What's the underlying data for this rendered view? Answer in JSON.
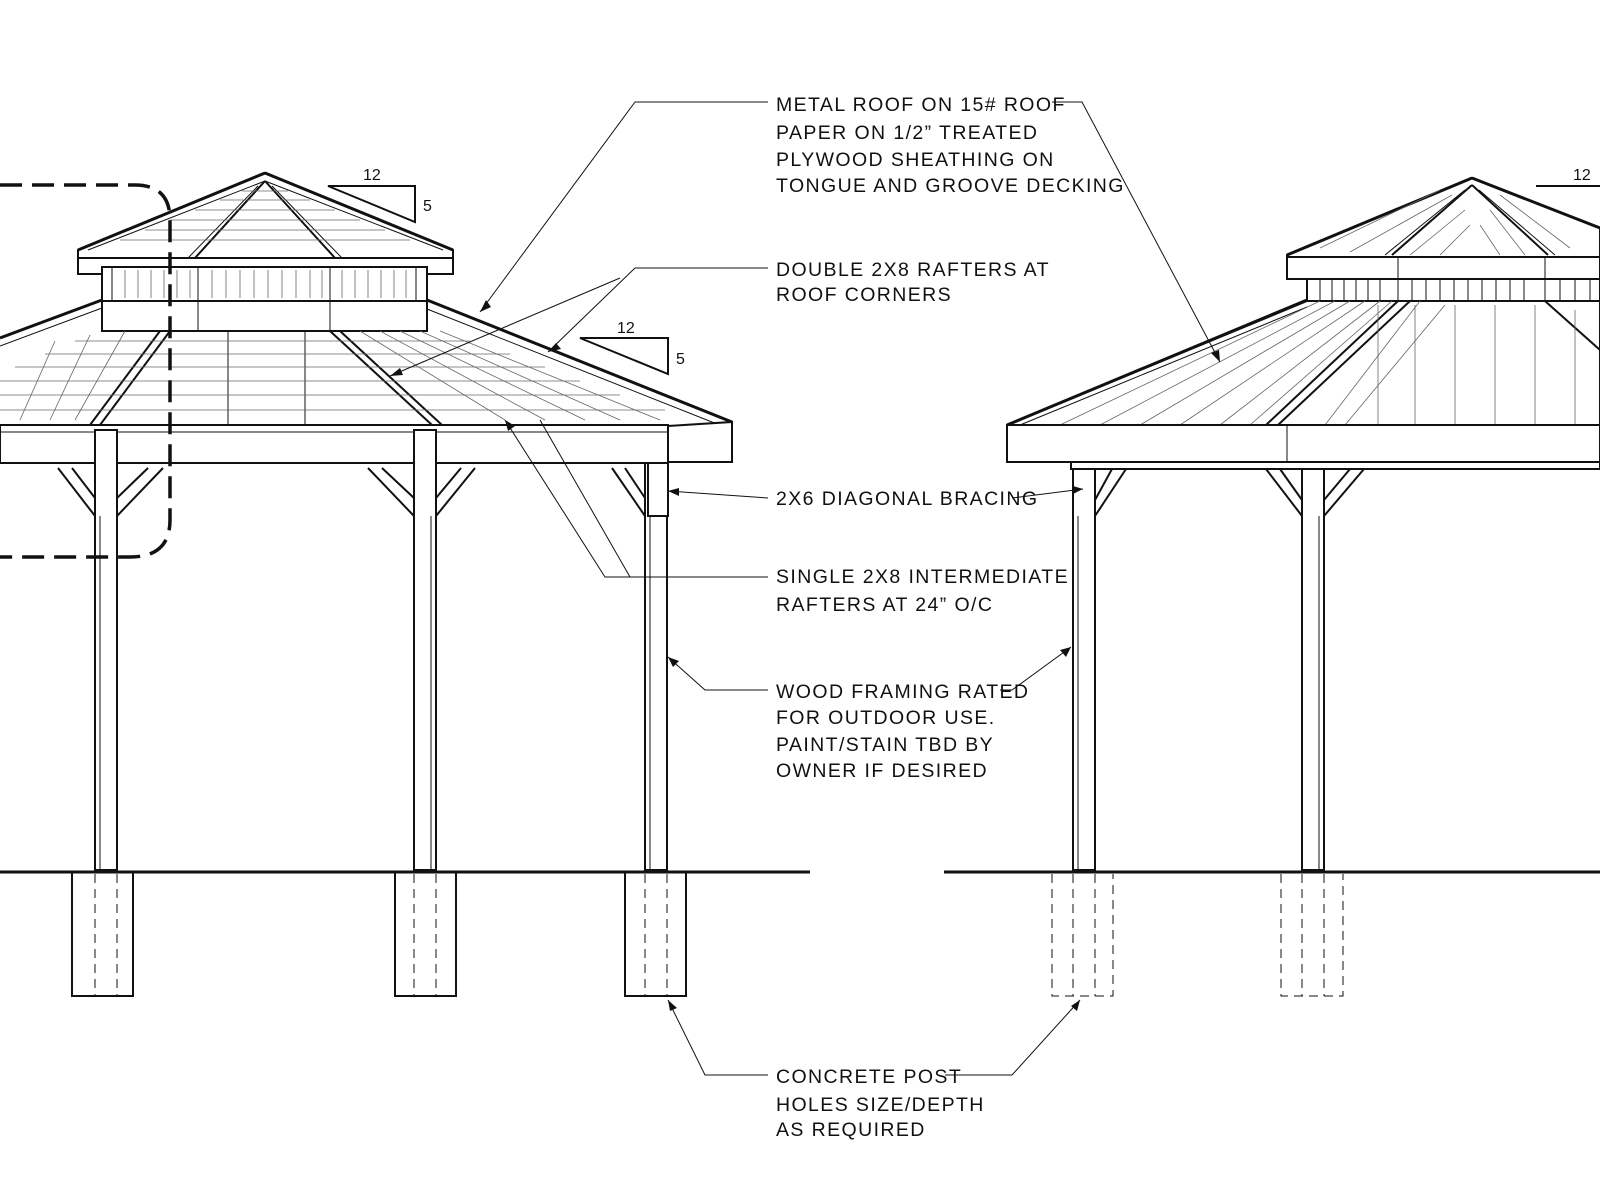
{
  "notes": {
    "roof": [
      "METAL ROOF ON 15# ROOF",
      "PAPER ON 1/2” TREATED",
      "PLYWOOD SHEATHING ON",
      "TONGUE AND GROOVE DECKING"
    ],
    "double_rafters": [
      "DOUBLE 2X8 RAFTERS AT",
      "ROOF CORNERS"
    ],
    "bracing": [
      "2X6 DIAGONAL BRACING"
    ],
    "intermediate_rafters": [
      "SINGLE 2X8 INTERMEDIATE",
      "RAFTERS AT 24” O/C"
    ],
    "framing": [
      "WOOD FRAMING RATED",
      "FOR OUTDOOR USE.",
      "PAINT/STAIN TBD BY",
      "OWNER IF DESIRED"
    ],
    "concrete": [
      "CONCRETE POST",
      "HOLES SIZE/DEPTH",
      "AS REQUIRED"
    ]
  },
  "pitch_marks": {
    "left_cupola": {
      "run": "12",
      "rise": "5"
    },
    "left_roof": {
      "run": "12",
      "rise": "5"
    },
    "right_cupola": {
      "run": "12"
    }
  }
}
